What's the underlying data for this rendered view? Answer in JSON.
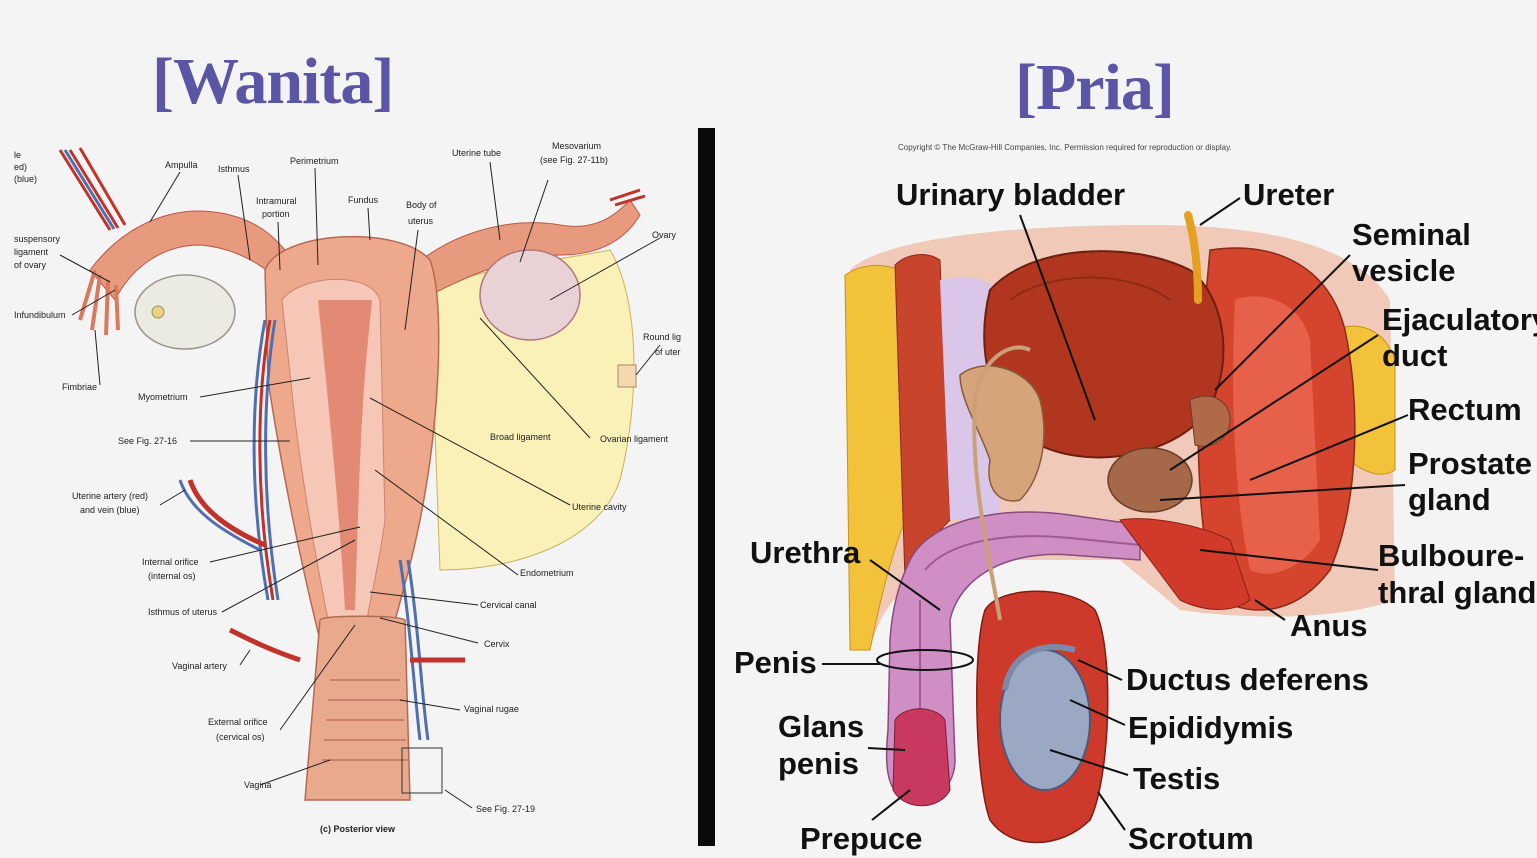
{
  "female": {
    "title": "[Wanita]",
    "labels": {
      "clip1": "le",
      "clip2": "ed)",
      "clip3": "(blue)",
      "ampulla": "Ampulla",
      "isthmus": "Isthmus",
      "perimetrium": "Perimetrium",
      "intramural1": "Intramural",
      "intramural2": "portion",
      "fundus": "Fundus",
      "body1": "Body of",
      "body2": "uterus",
      "uterine_tube": "Uterine tube",
      "mesovarium1": "Mesovarium",
      "mesovarium2": "(see Fig. 27-11b)",
      "ovary": "Ovary",
      "susp1": "suspensory",
      "susp2": "ligament",
      "susp3": "of ovary",
      "infundibulum": "Infundibulum",
      "round1": "Round lig",
      "round2": "of uter",
      "fimbriae": "Fimbriae",
      "myometrium": "Myometrium",
      "broad_ligament": "Broad ligament",
      "ovarian_ligament": "Ovarian ligament",
      "see_fig_16": "See Fig. 27-16",
      "uterine_cavity": "Uterine cavity",
      "uterine_artery1": "Uterine artery (red)",
      "uterine_artery2": "and vein (blue)",
      "internal_orifice1": "Internal orifice",
      "internal_orifice2": "(internal os)",
      "endometrium": "Endometrium",
      "isthmus_uterus": "Isthmus of uterus",
      "cervical_canal": "Cervical canal",
      "cervix": "Cervix",
      "vaginal_artery": "Vaginal artery",
      "vaginal_rugae": "Vaginal rugae",
      "external_orifice1": "External orifice",
      "external_orifice2": "(cervical os)",
      "vagina": "Vagina",
      "see_fig_19": "See Fig. 27-19",
      "caption": "(c) Posterior view"
    }
  },
  "male": {
    "title": "[Pria]",
    "copyright": "Copyright © The McGraw-Hill Companies, Inc. Permission required for reproduction or display.",
    "labels": {
      "urinary_bladder": "Urinary bladder",
      "ureter": "Ureter",
      "seminal1": "Seminal",
      "seminal2": "vesicle",
      "ejac1": "Ejaculatory",
      "ejac2": "duct",
      "rectum": "Rectum",
      "prostate1": "Prostate",
      "prostate2": "gland",
      "bulbo1": "Bulboure-",
      "bulbo2": "thral gland",
      "urethra": "Urethra",
      "anus": "Anus",
      "penis": "Penis",
      "ductus": "Ductus deferens",
      "glans1": "Glans",
      "glans2": "penis",
      "epididymis": "Epididymis",
      "testis": "Testis",
      "prepuce": "Prepuce",
      "scrotum": "Scrotum"
    }
  },
  "colors": {
    "title": "#5b55a6",
    "muscle": "#c8442c",
    "tissue_pink": "#f2b8a4",
    "fat_yellow": "#f2c23a",
    "ligament_yellow": "#faf1b8",
    "vein_blue": "#4f6fb0",
    "artery_red": "#c0322a"
  }
}
